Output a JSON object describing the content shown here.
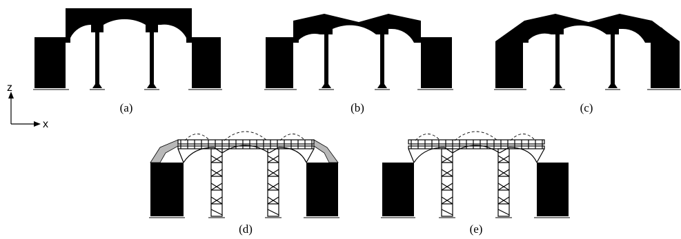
{
  "axes": {
    "z_label": "z",
    "x_label": "x"
  },
  "panels": [
    {
      "label": "(a)"
    },
    {
      "label": "(b)"
    },
    {
      "label": "(c)"
    },
    {
      "label": "(d)"
    },
    {
      "label": "(e)"
    }
  ],
  "colors": {
    "structure": "#000000",
    "highlight": "#b8b8b8",
    "background": "#ffffff"
  }
}
